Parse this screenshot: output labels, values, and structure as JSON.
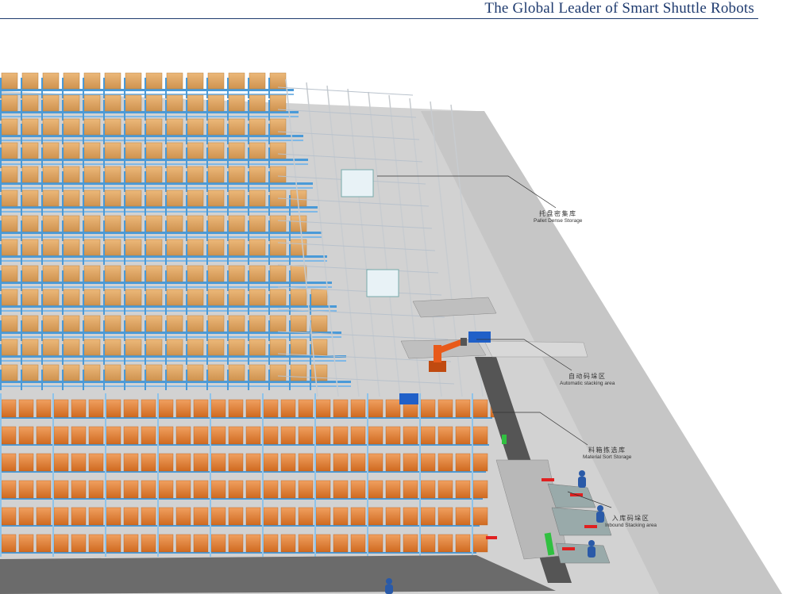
{
  "header": {
    "title": "The Global Leader of Smart Shuttle Robots"
  },
  "callouts": [
    {
      "zh": "托盘密集库",
      "en": "Pallet Dense Storage"
    },
    {
      "zh": "自动码垛区",
      "en": "Automatic stacking area"
    },
    {
      "zh": "料箱拣选库",
      "en": "Material Sort Storage"
    },
    {
      "zh": "入库码垛区",
      "en": "Inbound Stacking area"
    }
  ],
  "colors": {
    "rack_blue": "#4a9ad8",
    "box_tan": "#e0a865",
    "tote_orange": "#e8822a",
    "floor_gray": "#cfcfcf",
    "accent_navy": "#1e3a6e",
    "robot_orange": "#e85a1a"
  }
}
